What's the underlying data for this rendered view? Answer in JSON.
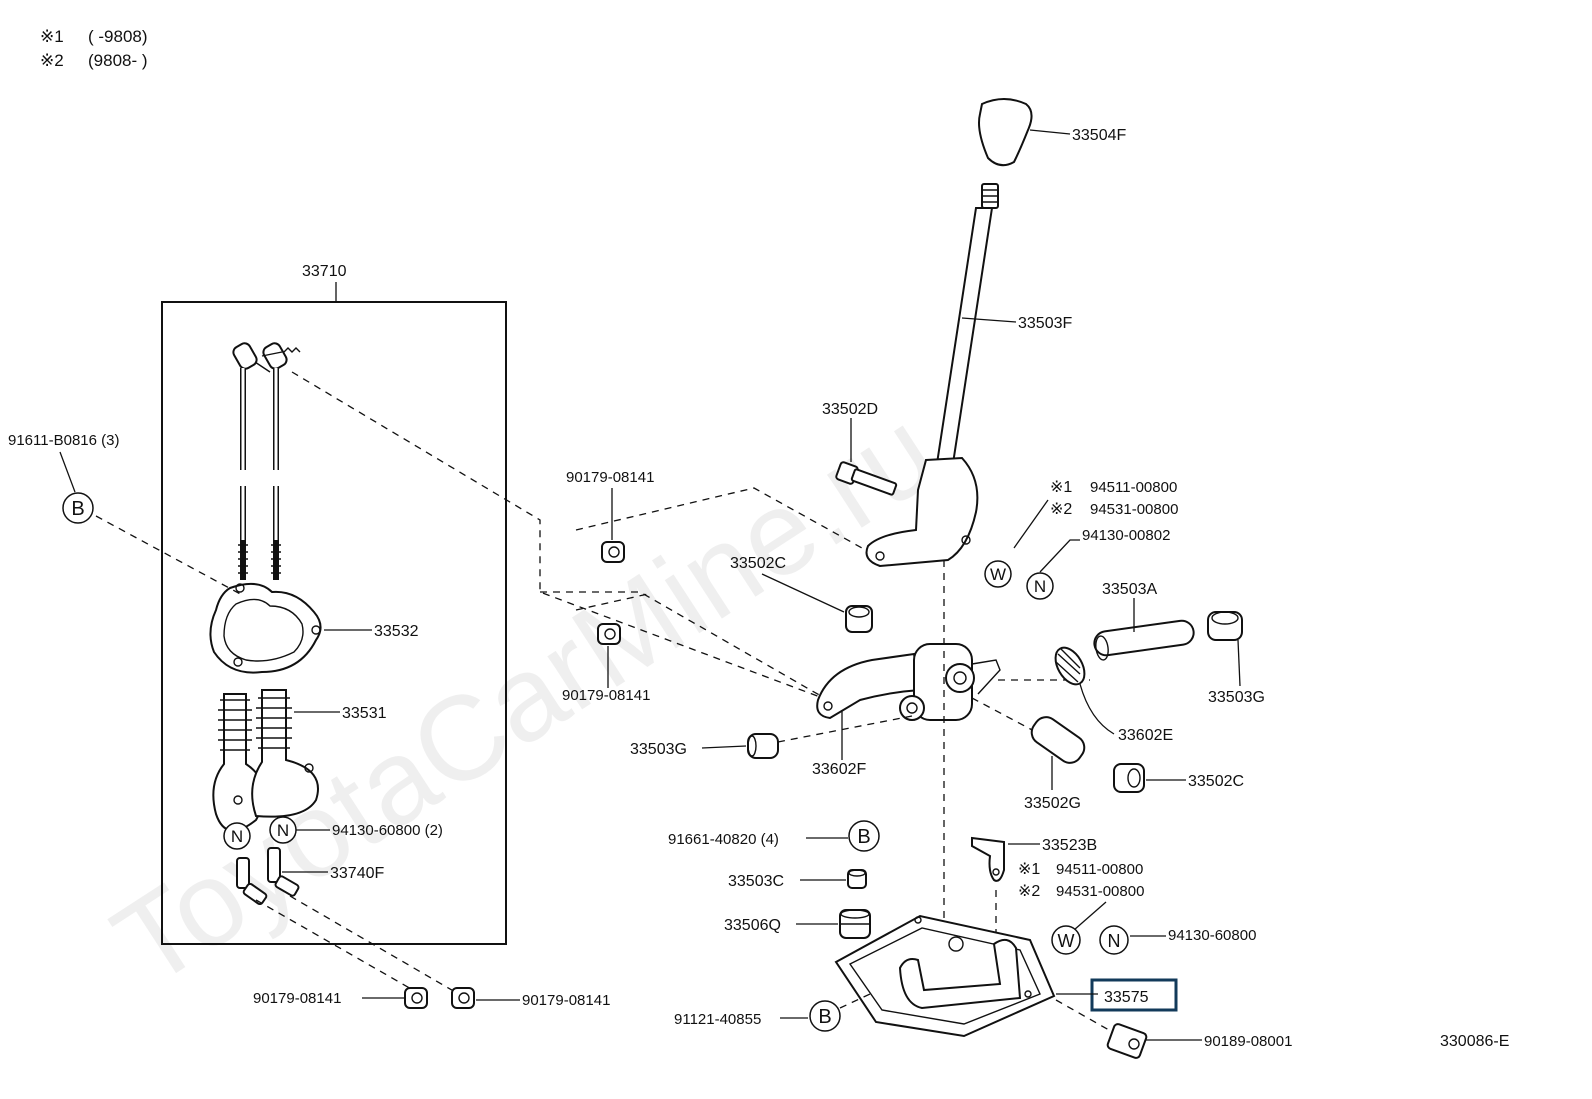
{
  "watermark": "ToyotaCarMine.ru",
  "notes": [
    {
      "mark": "※1",
      "range": "(       -9808)"
    },
    {
      "mark": "※2",
      "range": "(9808-        )"
    }
  ],
  "diagram_code": "330086-E",
  "callouts": {
    "kit": "33710",
    "bolt_b_set": "91611-B0816 (3)",
    "nut_upper": "90179-08141",
    "nut_lower": "90179-08141",
    "gasket": "33532",
    "boot": "33531",
    "nut_n": "94130-60800 (2)",
    "joint": "33740F",
    "nut_bottom_left": "90179-08141",
    "nut_bottom_right": "90179-08141",
    "knob": "33504F",
    "lever": "33503F",
    "bolt_d": "33502D",
    "washer_1": "94511-00800",
    "washer_2": "94531-00800",
    "nut_94130": "94130-00802",
    "bushing_c": "33502C",
    "shaft": "33503A",
    "bush_g_right": "33503G",
    "bush_g_left": "33503G",
    "spring": "33602E",
    "bracket_f": "33602F",
    "pin_g": "33502G",
    "bushing_c2": "33502C",
    "bolt_b_4": "91661-40820 (4)",
    "retainer_c": "33503C",
    "cushion_q": "33506Q",
    "clip_b": "33523B",
    "washer_1b": "94511-00800",
    "washer_2b": "94531-00800",
    "nut_n_bottom": "94130-60800",
    "housing": "33575",
    "bolt_bottom": "91121-40855",
    "plug": "90189-08001"
  },
  "circle_letters": {
    "b": "B",
    "n": "N",
    "w": "W"
  },
  "marks": {
    "m1": "※1",
    "m2": "※2"
  }
}
